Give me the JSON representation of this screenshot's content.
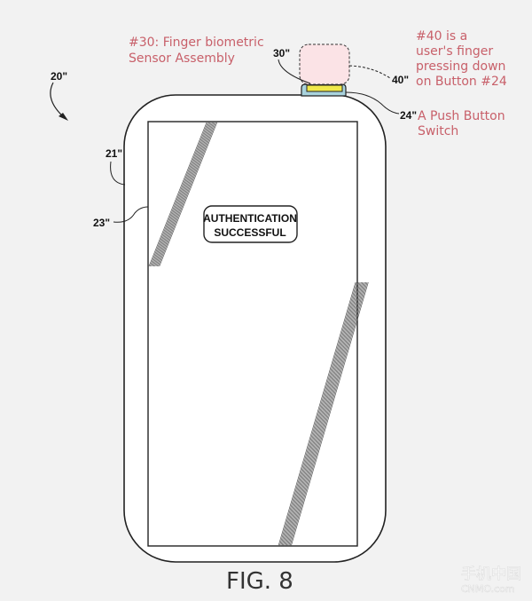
{
  "annotations": {
    "sensor": [
      "#30: Finger biometric",
      "Sensor Assembly"
    ],
    "finger": [
      "#40 is a",
      "user's finger",
      "pressing down",
      "on Button #24"
    ],
    "switch": [
      "A Push Button",
      "Switch"
    ]
  },
  "reference_labels": {
    "device": "20\"",
    "housing": "21\"",
    "screen": "23\"",
    "sensor": "30\"",
    "finger": "40\"",
    "button": "24\""
  },
  "screen_message": [
    "AUTHENTICATION",
    "SUCCESSFUL"
  ],
  "figure_caption": "FIG. 8",
  "watermark": "手机中国 CNMO.com",
  "colors": {
    "annotation": "#c8606a",
    "finger": "#fbe3e6",
    "sensor": "#f0e84a",
    "button": "#a9d3dd"
  }
}
